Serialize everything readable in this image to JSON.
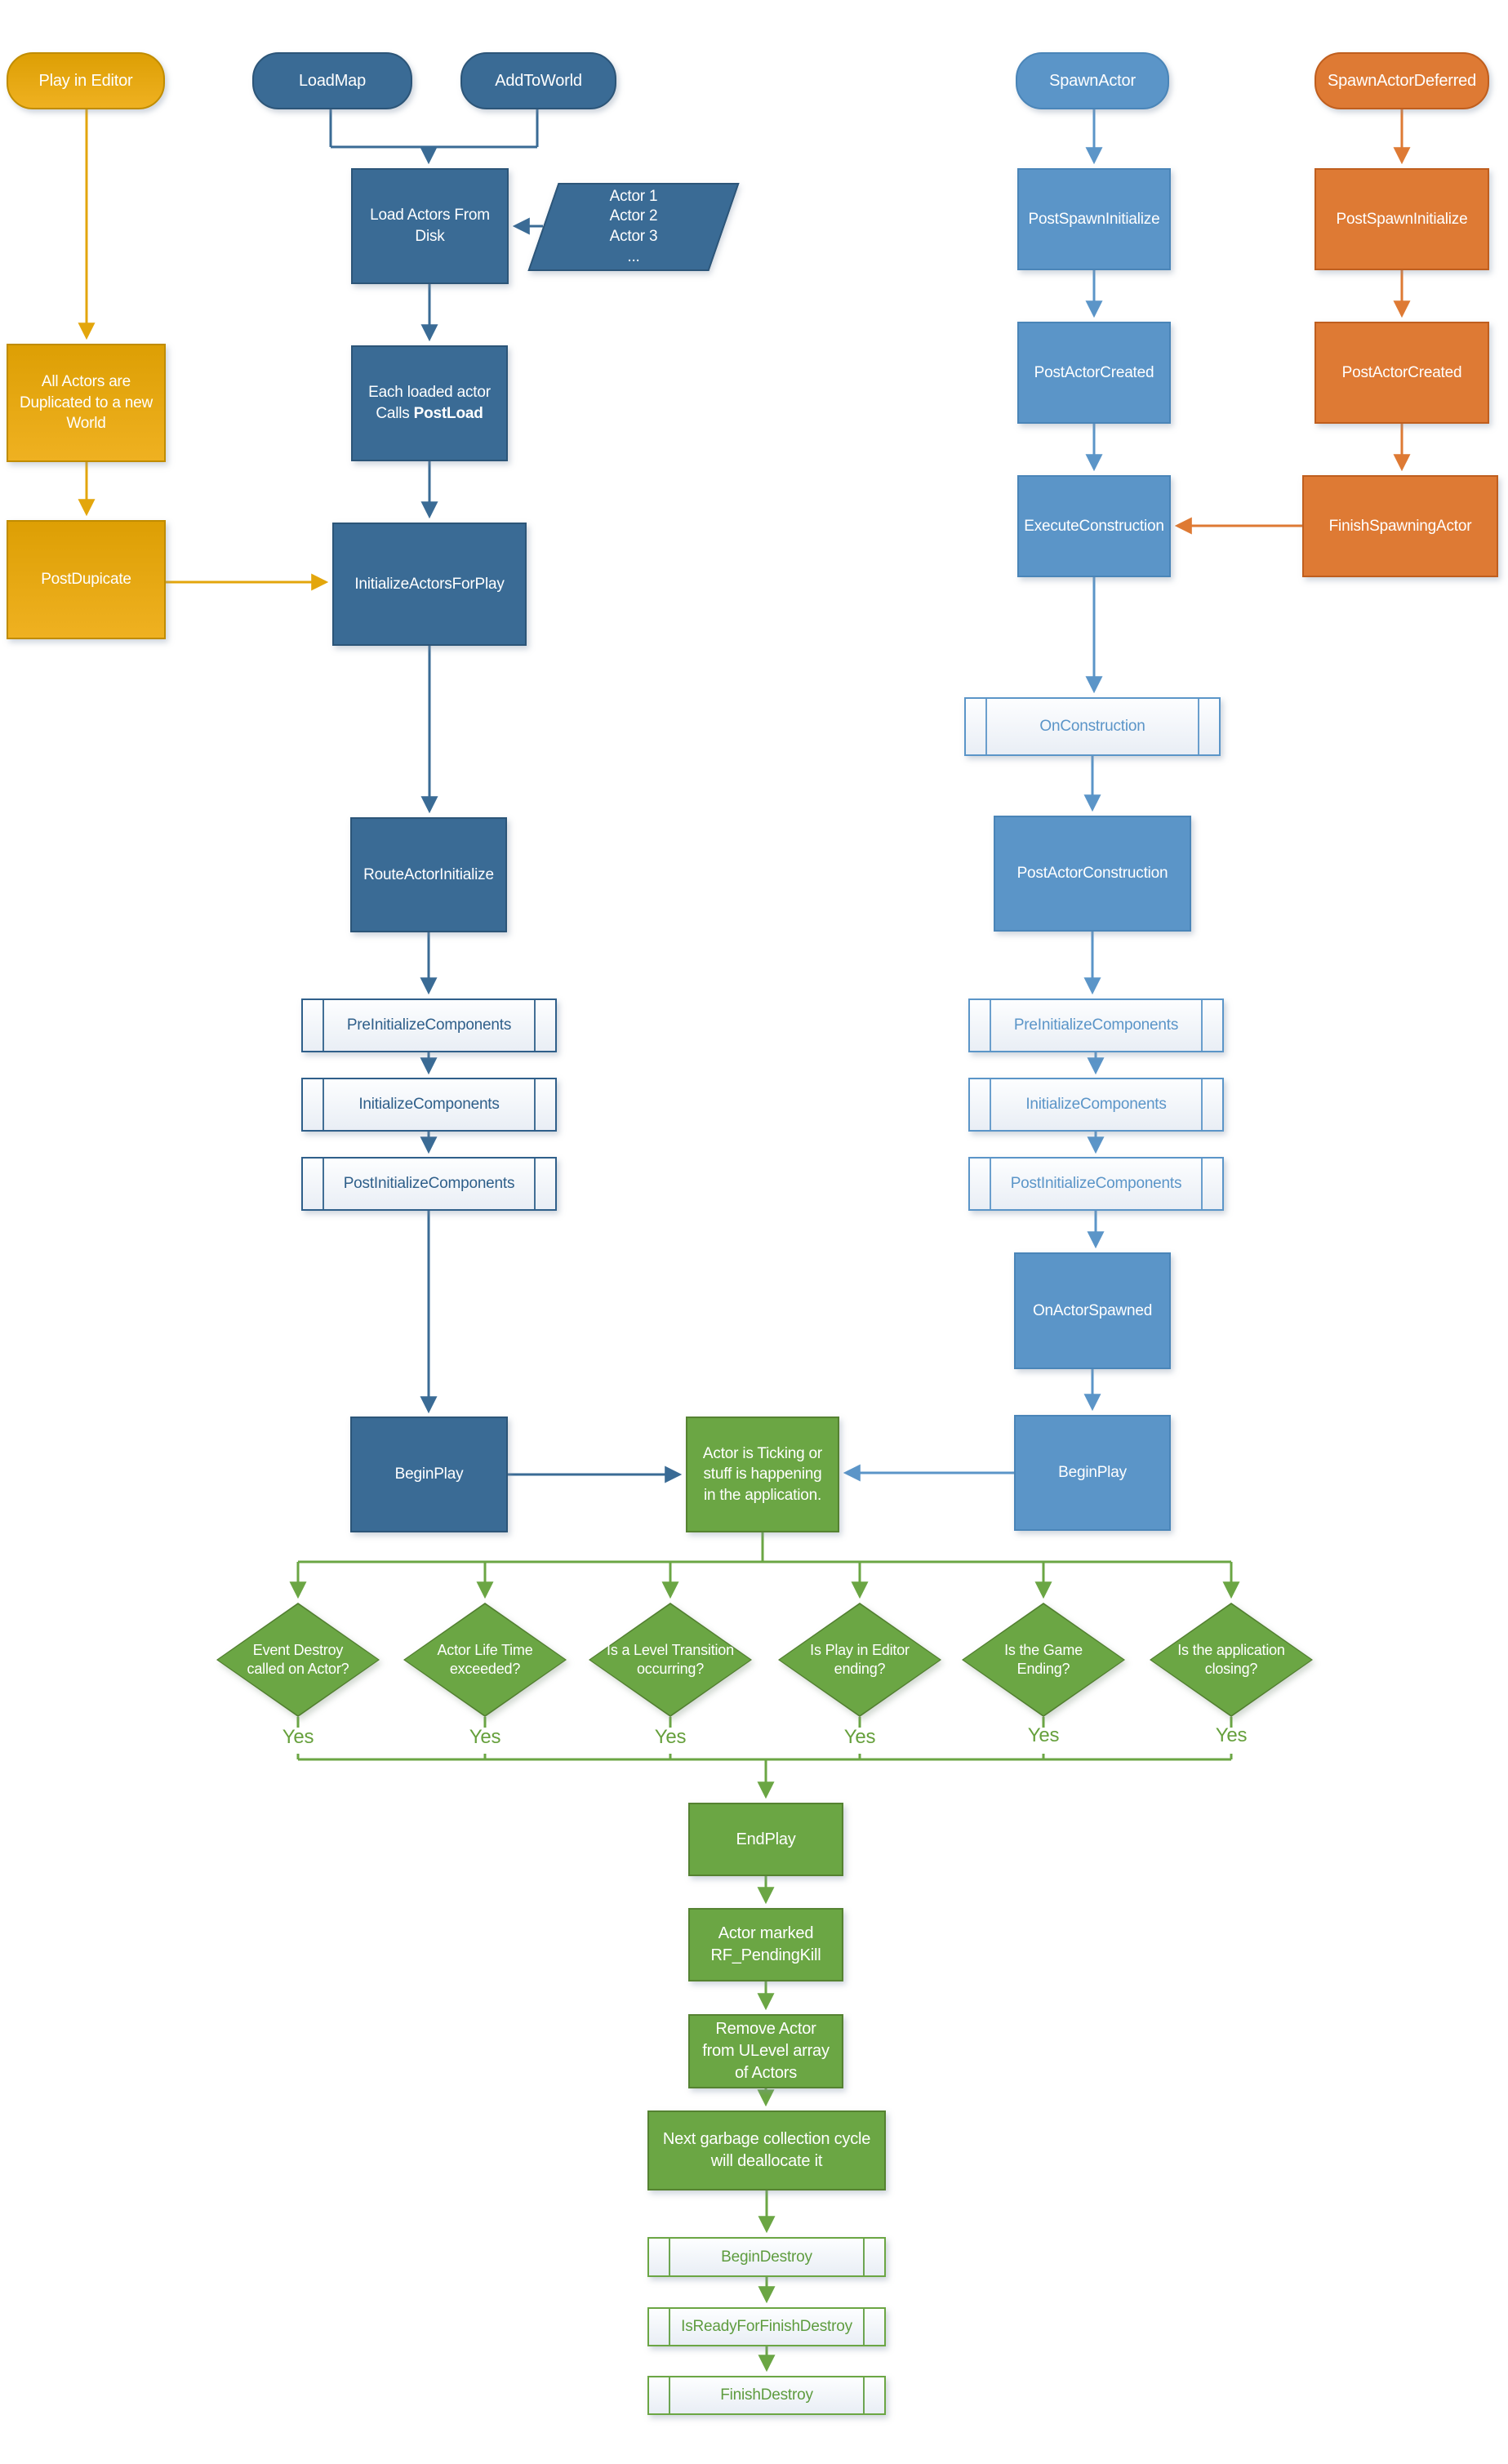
{
  "colors": {
    "gold": "#E3A60C",
    "blue_dark": "#3A6B95",
    "blue_steel": "#5B95C8",
    "orange": "#DE7A34",
    "green": "#6BA644"
  },
  "nodes": {
    "play_in_editor": "Play in Editor",
    "load_map": "LoadMap",
    "add_to_world": "AddToWorld",
    "spawn_actor": "SpawnActor",
    "spawn_actor_deferred": "SpawnActorDeferred",
    "all_actors_duplicated": "All Actors are Duplicated to a new World",
    "post_dupicate": "PostDupicate",
    "load_actors_from_disk": "Load Actors From Disk",
    "actor_list": [
      "Actor 1",
      "Actor 2",
      "Actor 3",
      "..."
    ],
    "each_loaded_line1": "Each loaded actor",
    "each_loaded_line2_prefix": "Calls ",
    "each_loaded_line2_bold": "PostLoad",
    "initialize_actors_for_play": "InitializeActorsForPlay",
    "route_actor_initialize": "RouteActorInitialize",
    "pre_initialize_components": "PreInitializeComponents",
    "initialize_components": "InitializeComponents",
    "post_initialize_components": "PostInitializeComponents",
    "begin_play": "BeginPlay",
    "post_spawn_initialize": "PostSpawnInitialize",
    "post_actor_created": "PostActorCreated",
    "execute_construction": "ExecuteConstruction",
    "on_construction": "OnConstruction",
    "post_actor_construction": "PostActorConstruction",
    "on_actor_spawned": "OnActorSpawned",
    "finish_spawning_actor": "FinishSpawningActor",
    "actor_ticking": "Actor is Ticking or stuff is happening in the application.",
    "end_play": "EndPlay",
    "actor_marked_pendingkill": "Actor marked RF_PendingKill",
    "remove_actor": "Remove Actor from ULevel array of Actors",
    "next_garbage": "Next garbage collection cycle will deallocate it",
    "begin_destroy": "BeginDestroy",
    "is_ready_for_finish_destroy": "IsReadyForFinishDestroy",
    "finish_destroy": "FinishDestroy"
  },
  "decisions": [
    "Event Destroy called on Actor?",
    "Actor Life Time exceeded?",
    "Is a Level Transition occurring?",
    "Is Play in Editor ending?",
    "Is the Game Ending?",
    "Is the application closing?"
  ],
  "yes_label": "Yes"
}
